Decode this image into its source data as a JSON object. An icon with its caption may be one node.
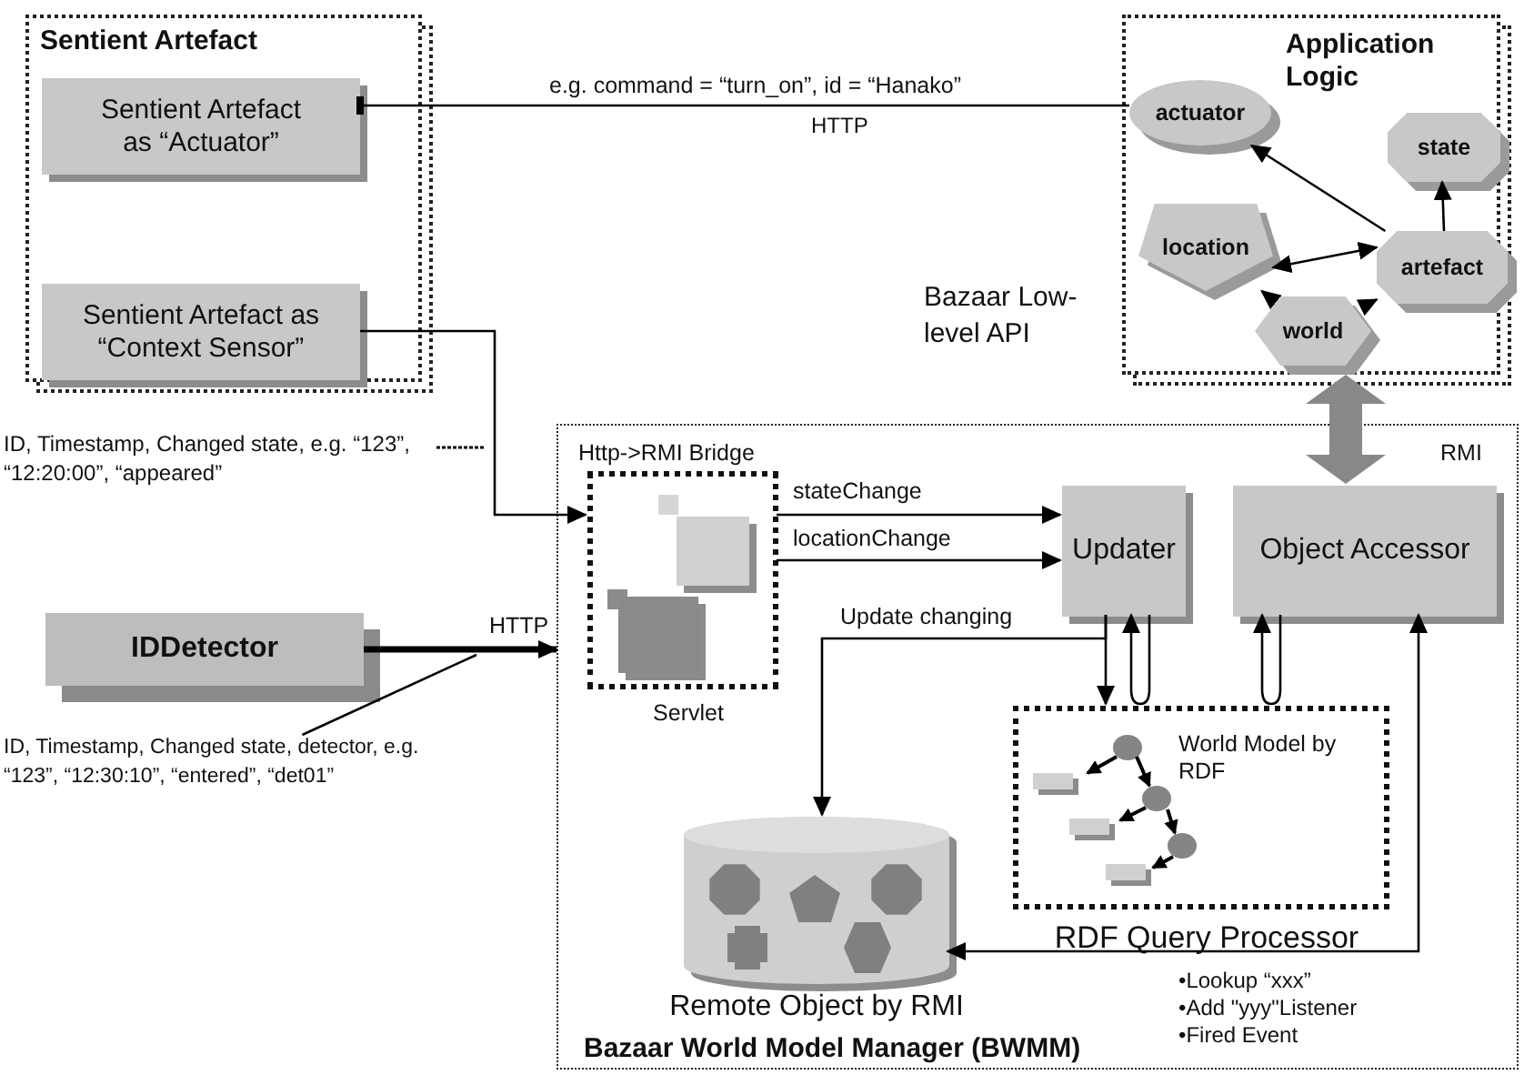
{
  "diagram": {
    "nodes": [
      {
        "text": [
          "Sentient Artefact"
        ]
      },
      {
        "text": [
          "Sentient Artefact as “Actuator”"
        ],
        "in": 0
      },
      {
        "text": [
          "Sentient Artefact as “Context Sensor”"
        ],
        "in": 0
      },
      {
        "text": [
          "Application Logic"
        ]
      },
      {
        "text": [
          "actuator"
        ],
        "in": 3
      },
      {
        "text": [
          "state"
        ],
        "in": 3
      },
      {
        "text": [
          "location"
        ],
        "in": 3
      },
      {
        "text": [
          "artefact"
        ],
        "in": 3
      },
      {
        "text": [
          "world"
        ],
        "in": 3
      },
      {
        "text": [
          "Bazaar World Model Manager (BWMM)"
        ]
      },
      {
        "text": [
          "Http->RMI Bridge",
          "Servlet"
        ],
        "in": 9
      },
      {
        "text": [
          "Updater"
        ],
        "in": 9
      },
      {
        "text": [
          "Object Accessor"
        ],
        "in": 9
      },
      {
        "text": [
          "World Model by RDF"
        ],
        "in": 9,
        "beside": [
          "RDF Query Processor"
        ]
      },
      {
        "text": [],
        "shape": "cylinder",
        "in": 9,
        "beside": [
          "Remote Object by RMI"
        ]
      },
      {
        "text": [
          "IDDetector"
        ]
      },
      {
        "text": [
          "ID, Timestamp, Changed state, detector, e.g. “123”, “12:30:10”, “entered”, “det01”"
        ]
      }
    ],
    "edges": [
      {
        "from": 4,
        "to": 1,
        "arrow": "other",
        "label": "e.g. command = “turn_on”, id = “Hanako”"
      },
      {
        "from": 2,
        "to": 10,
        "arrow": "to"
      },
      {
        "from": 15,
        "to": 10,
        "arrow": "to",
        "label": "HTTP",
        "style": "thick"
      },
      {
        "from": 10,
        "to": 11,
        "arrow": "to",
        "label": "stateChange"
      },
      {
        "from": 10,
        "to": 11,
        "arrow": "to",
        "label": "locationChange"
      },
      {
        "from": 11,
        "to": 14,
        "arrow": "to",
        "label": "Update changing"
      },
      {
        "from": 11,
        "to": 13,
        "arrow": "to"
      },
      {
        "from": 13,
        "to": 11,
        "arrow": "to"
      },
      {
        "from": 13,
        "to": 12,
        "arrow": "to"
      },
      {
        "from": 14,
        "to": 12,
        "arrow": "both"
      },
      {
        "from": 3,
        "to": 12,
        "arrow": "both",
        "label": "RMI",
        "style": "thick",
        "color": "#888888"
      },
      {
        "from": 7,
        "to": 4,
        "arrow": "to"
      },
      {
        "from": 7,
        "to": 5,
        "arrow": "to"
      },
      {
        "from": 6,
        "to": 7,
        "arrow": "both"
      },
      {
        "from": 8,
        "to": 6,
        "arrow": "to"
      },
      {
        "from": 8,
        "to": 7,
        "arrow": "to"
      },
      {
        "from": 16,
        "to": null,
        "arrow": "none"
      }
    ],
    "labels": [
      "HTTP",
      "Bazaar Low-level API",
      "ID, Timestamp, Changed state, e.g. “123”, “12:20:00”, “appeared”",
      "•Lookup “xxx”",
      "•Add \"yyy\"Listener",
      "•Fired Event"
    ]
  }
}
